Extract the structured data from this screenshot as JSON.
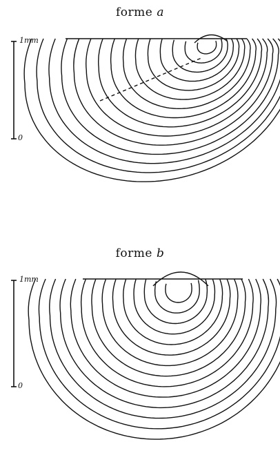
{
  "figures": [
    {
      "title": "forme",
      "letter": "a",
      "scale_top": "1mm",
      "scale_bottom": "0"
    },
    {
      "title": "forme",
      "letter": "b",
      "scale_top": "1mm",
      "scale_bottom": "0"
    }
  ]
}
